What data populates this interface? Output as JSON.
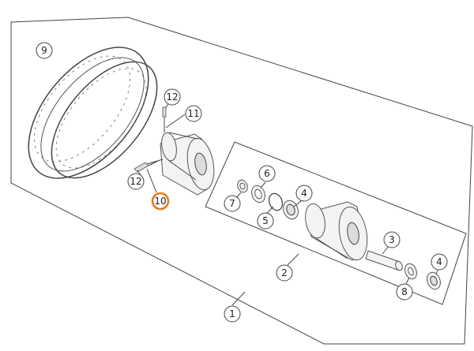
{
  "diagram": {
    "callouts": [
      {
        "id": "1",
        "label": "1"
      },
      {
        "id": "2",
        "label": "2"
      },
      {
        "id": "3",
        "label": "3"
      },
      {
        "id": "4a",
        "label": "4"
      },
      {
        "id": "4b",
        "label": "4"
      },
      {
        "id": "5",
        "label": "5"
      },
      {
        "id": "6",
        "label": "6"
      },
      {
        "id": "7",
        "label": "7"
      },
      {
        "id": "8",
        "label": "8"
      },
      {
        "id": "9",
        "label": "9"
      },
      {
        "id": "10",
        "label": "10"
      },
      {
        "id": "11",
        "label": "11"
      },
      {
        "id": "12a",
        "label": "12"
      },
      {
        "id": "12b",
        "label": "12"
      }
    ],
    "highlight_color": "#e8761a",
    "line_color": "#444444"
  }
}
